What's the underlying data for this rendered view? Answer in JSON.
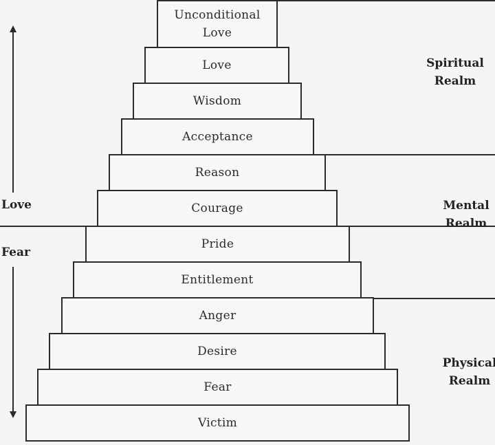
{
  "steps": [
    {
      "label": "Unconditional\nLove"
    },
    {
      "label": "Love"
    },
    {
      "label": "Wisdom"
    },
    {
      "label": "Acceptance"
    },
    {
      "label": "Reason"
    },
    {
      "label": "Courage"
    },
    {
      "label": "Pride"
    },
    {
      "label": "Entitlement"
    },
    {
      "label": "Anger"
    },
    {
      "label": "Desire"
    },
    {
      "label": "Fear"
    },
    {
      "label": "Victim"
    }
  ],
  "realms": {
    "spiritual": "Spiritual\nRealm",
    "mental": "Mental\nRealm",
    "physical": "Physical\nRealm"
  },
  "axis": {
    "love": "Love",
    "fear": "Fear"
  }
}
